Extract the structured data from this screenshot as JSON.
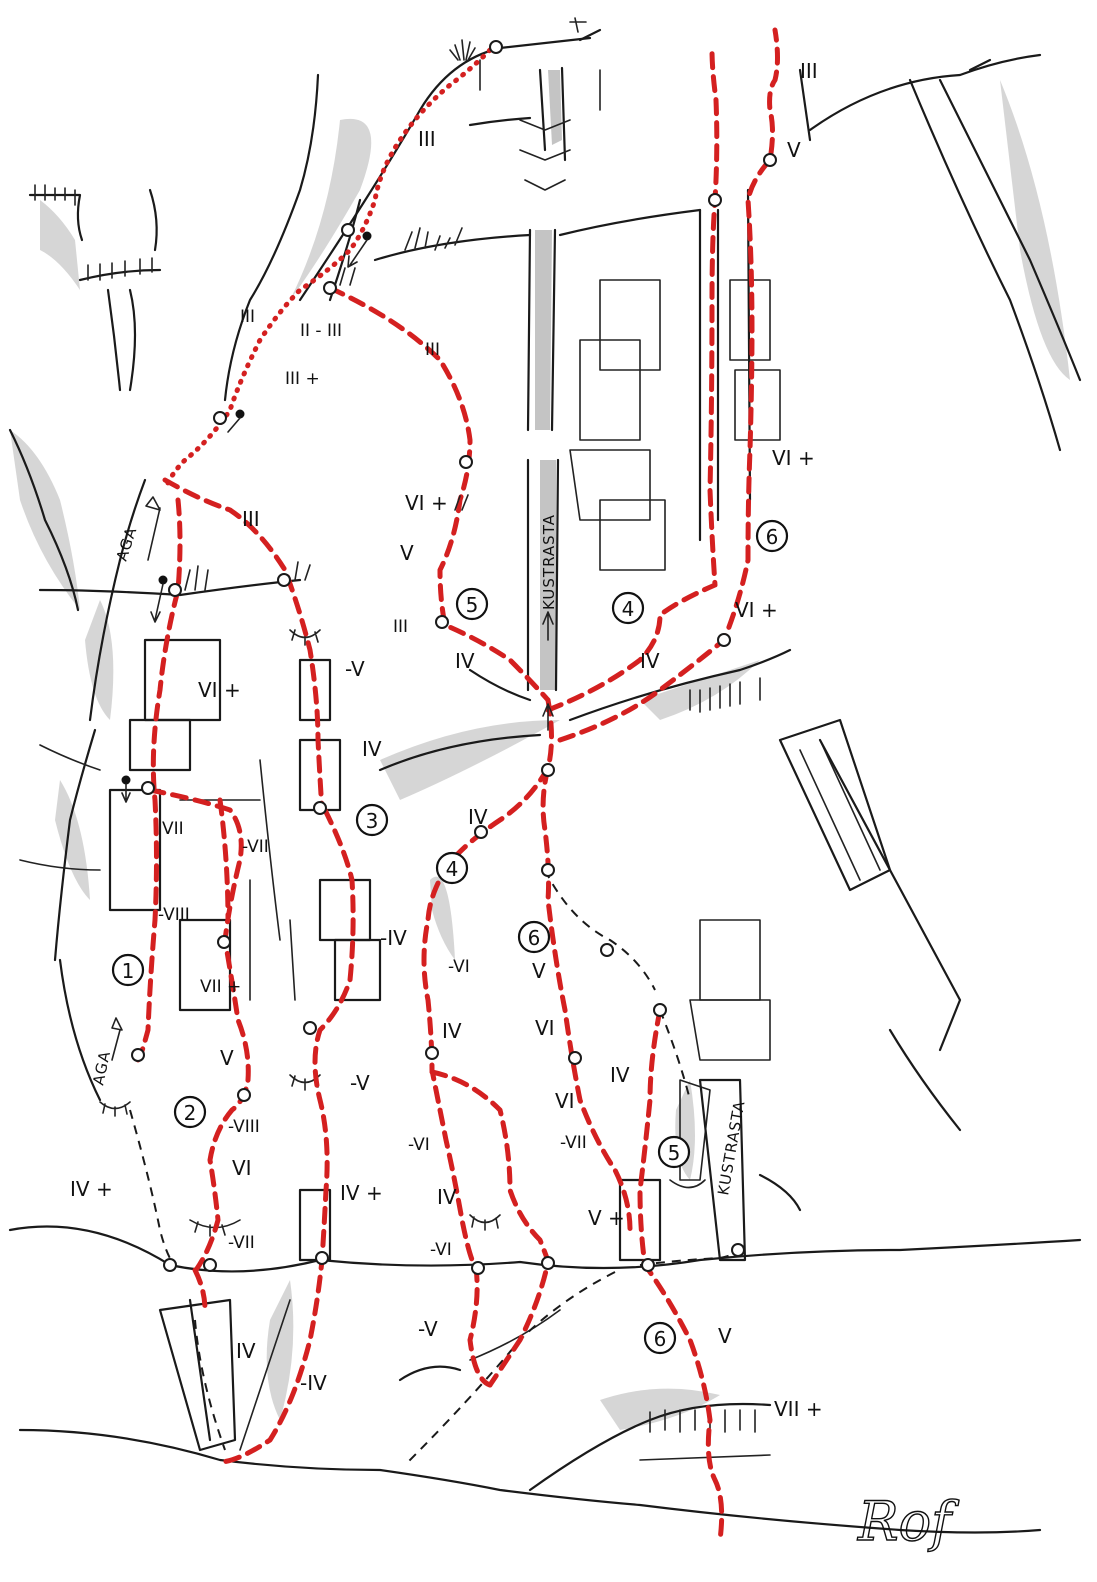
{
  "colors": {
    "route": "#d42020",
    "ink": "#1a1a1a",
    "shading": "#8a8a8a",
    "paper": "#ffffff"
  },
  "grades": {
    "g1": "III",
    "g2": "III",
    "g3": "III",
    "g4": "II - III",
    "g5": "III",
    "g6": "III +",
    "g7": "III",
    "g8": "VI +",
    "g9": "V",
    "g10": "III",
    "g11": "IV",
    "g12": "VI +",
    "g13": "V",
    "g14": "VI +",
    "g15": "-V",
    "g16": "IV",
    "g17": "IV",
    "g18": "VII",
    "g19": "-VII",
    "g20": "-VIII",
    "g21": "VII +",
    "g22": "V",
    "g23": "-V",
    "g24": "-IV",
    "g25": "-VI",
    "g26": "IV",
    "g27": "V",
    "g28": "VI",
    "g29": "-VIII",
    "g30": "VI",
    "g31": "-VII",
    "g32": "IV +",
    "g33": "IV +",
    "g34": "-VI",
    "g35": "IV",
    "g36": "-VI",
    "g37": "VI",
    "g38": "-VII",
    "g39": "IV",
    "g40": "V +",
    "g41": "-V",
    "g42": "IV",
    "g43": "-IV",
    "g44": "V",
    "g45": "VII +",
    "g46": "IV"
  },
  "route_numbers": [
    "1",
    "2",
    "3",
    "4",
    "4",
    "5",
    "5",
    "6",
    "6",
    "6"
  ],
  "vertical_labels": {
    "aga_top": "AGA",
    "aga_bottom": "AGA",
    "kustrasta_top": "KUSTRASTA",
    "kustrasta_bottom": "KUSTRASTA"
  },
  "signature": "Rof"
}
